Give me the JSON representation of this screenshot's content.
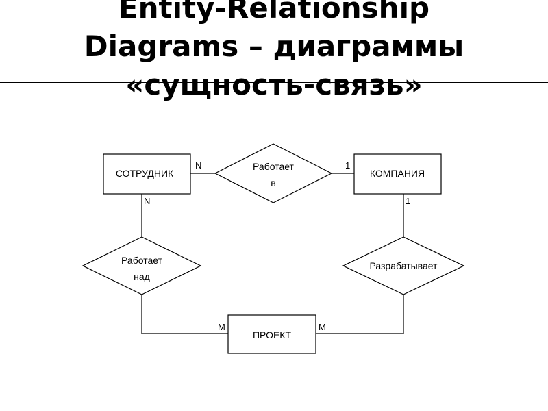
{
  "title": {
    "line1": "Entity-Relationship",
    "line2": "Diagrams – диаграммы",
    "line3": "«сущность-связь»"
  },
  "entities": {
    "employee": "СОТРУДНИК",
    "company": "КОМПАНИЯ",
    "project": "ПРОЕКТ"
  },
  "relationships": {
    "works_in": {
      "line1": "Работает",
      "line2": "в"
    },
    "works_on": {
      "line1": "Работает",
      "line2": "над"
    },
    "develops": {
      "line1": "Разрабатывает"
    }
  },
  "cardinalities": {
    "employee_works_in": "N",
    "company_works_in": "1",
    "employee_works_on": "N",
    "project_works_on": "M",
    "company_develops": "1",
    "project_develops": "M"
  }
}
